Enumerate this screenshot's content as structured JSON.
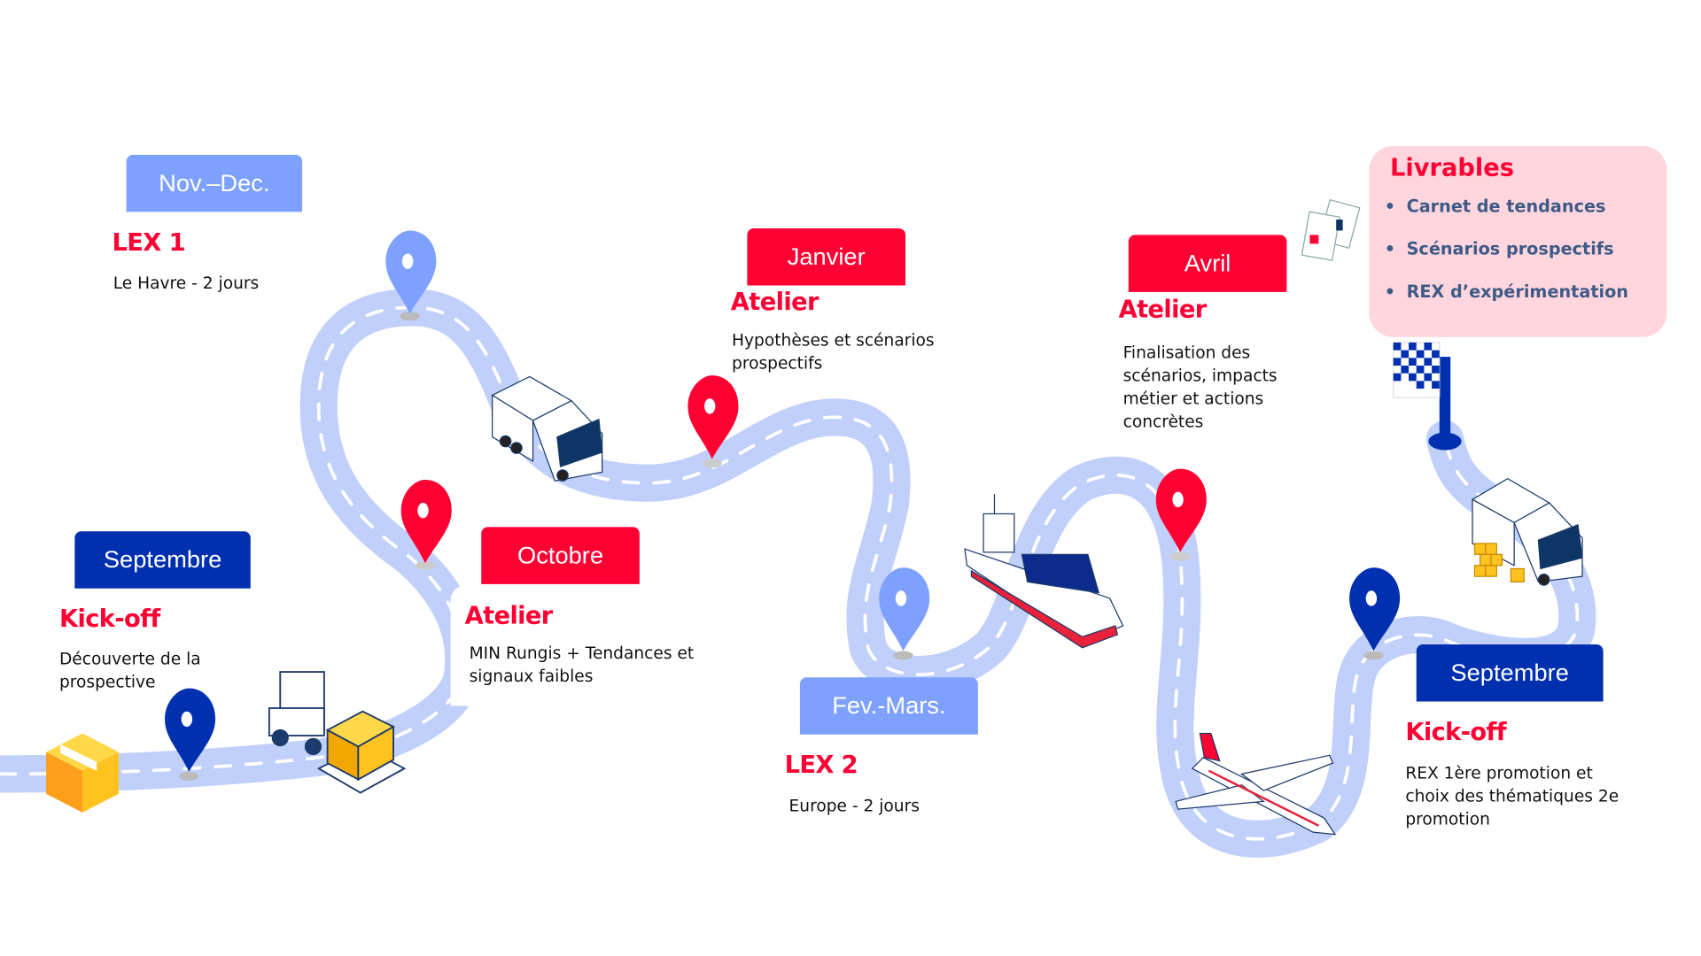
{
  "milestones": [
    {
      "period": "Septembre",
      "title": "Kick-off",
      "description": "Découverte de la prospective"
    },
    {
      "period": "Nov.–Dec.",
      "title": "LEX 1",
      "description": "Le Havre - 2 jours"
    },
    {
      "period": "Octobre",
      "title": "Atelier",
      "description": "MIN Rungis + Tendances et signaux faibles"
    },
    {
      "period": "Janvier",
      "title": "Atelier",
      "description": "Hypothèses et scénarios prospectifs"
    },
    {
      "period": "Fev.-Mars.",
      "title": "LEX 2",
      "description": "Europe - 2 jours"
    },
    {
      "period": "Avril",
      "title": "Atelier",
      "description": "Finalisation des scénarios, impacts métier et actions concrètes"
    },
    {
      "period": "Septembre",
      "title": "Kick-off",
      "description": "REX 1ère promotion et choix des thématiques 2e promotion"
    }
  ],
  "livrables": {
    "title": "Livrables",
    "items": [
      "Carnet de tendances",
      "Scénarios prospectifs",
      "REX d’expérimentation"
    ]
  },
  "colors": {
    "red": "#ff0033",
    "dark_blue": "#0030b0",
    "light_blue": "#7ea1ff",
    "road": "#c0d0fb",
    "livrables_bg": "#ffd6de"
  }
}
